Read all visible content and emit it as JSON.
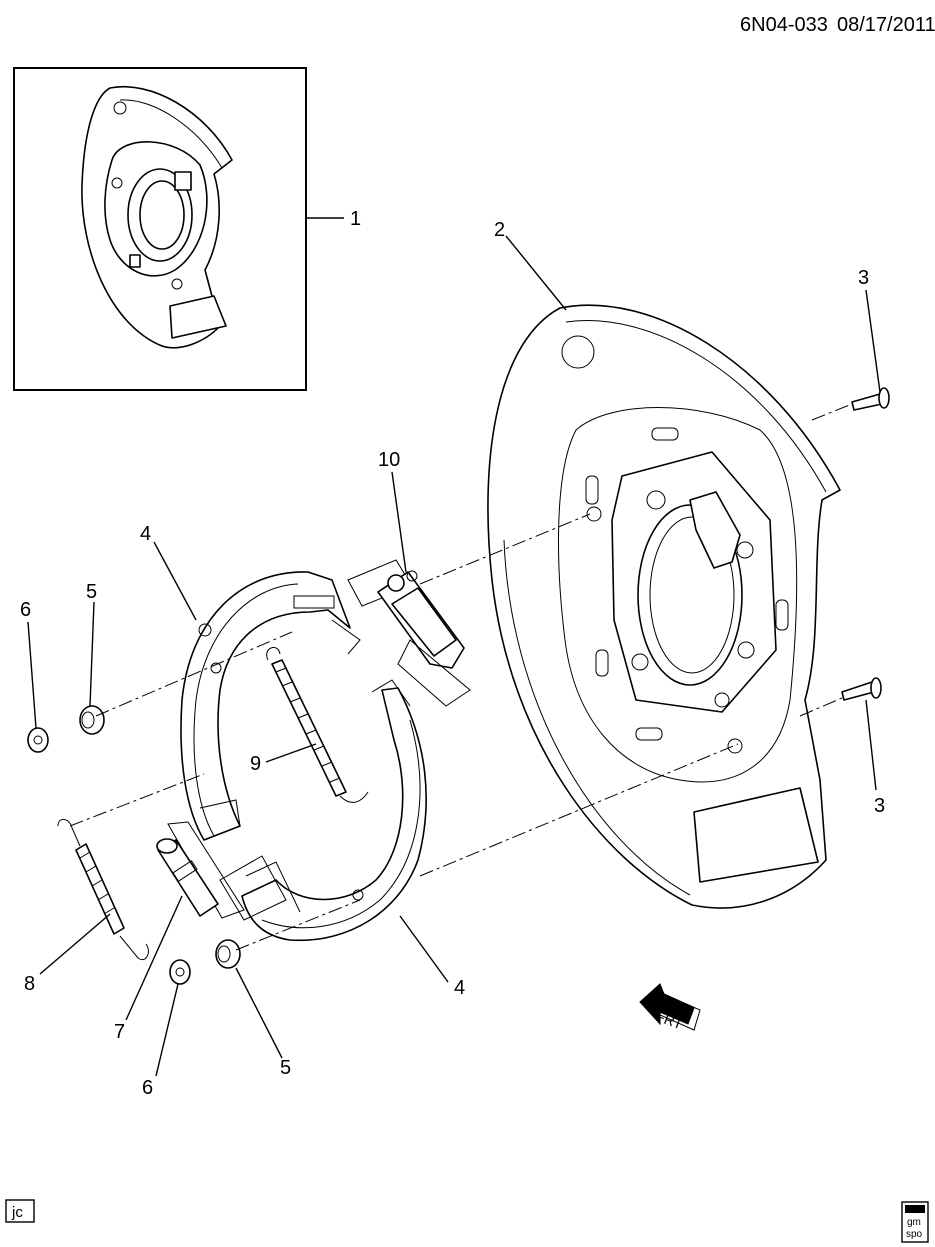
{
  "header": {
    "code": "6N04-033",
    "date": "08/17/2011"
  },
  "callouts": [
    "1",
    "2",
    "3",
    "3",
    "4",
    "4",
    "5",
    "5",
    "6",
    "6",
    "7",
    "8",
    "9",
    "10"
  ],
  "direction_arrow": {
    "text": "FRT"
  },
  "footer": {
    "initials": "jc",
    "badge_line1": "gm",
    "badge_line2": "spo"
  },
  "colors": {
    "ink": "#000000",
    "paper": "#ffffff"
  }
}
